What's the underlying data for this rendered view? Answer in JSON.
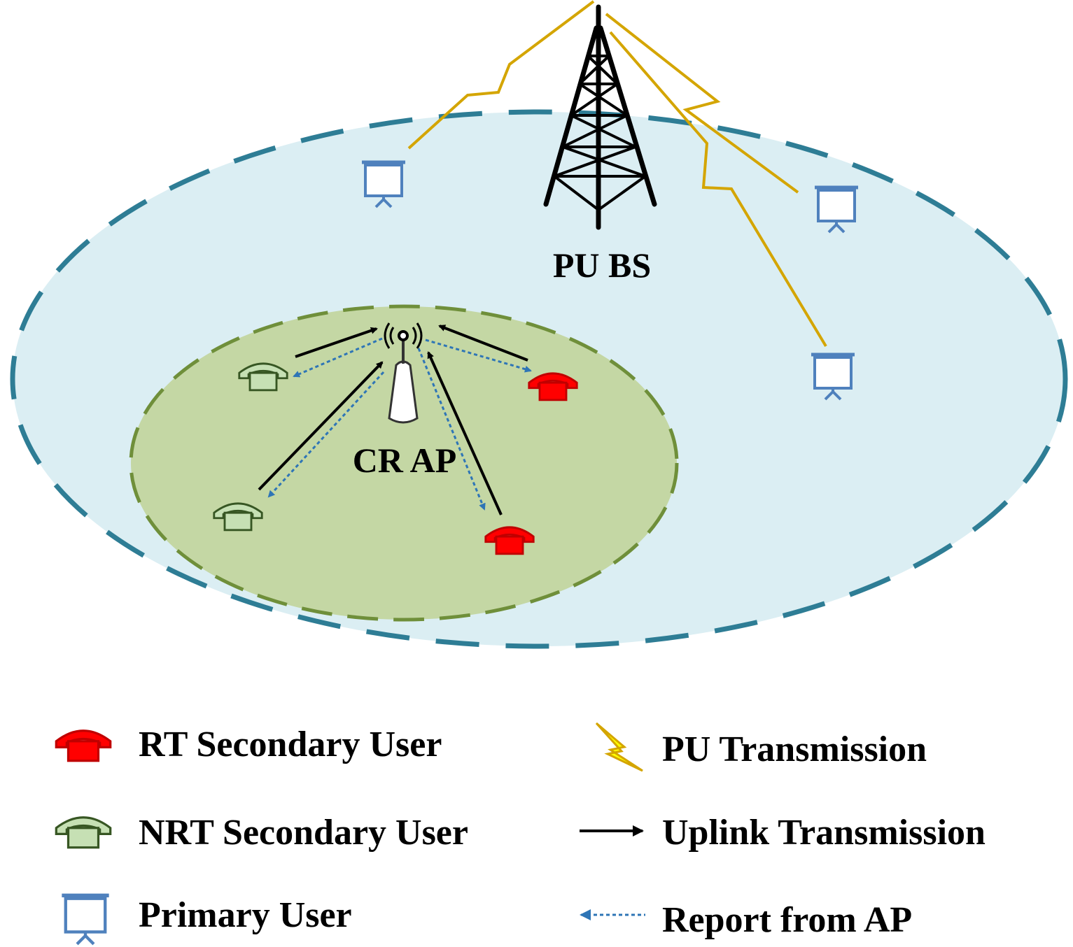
{
  "labels": {
    "pu_bs": "PU BS",
    "cr_ap": "CR AP"
  },
  "legend": {
    "rt_user": "RT Secondary User",
    "nrt_user": "NRT Secondary User",
    "primary_user": "Primary User",
    "pu_transmission": "PU Transmission",
    "uplink_transmission": "Uplink Transmission",
    "report_from_ap": "Report from AP"
  },
  "colors": {
    "outer_fill": "#dbeef3",
    "outer_border": "#2e7d95",
    "inner_fill": "#c4d7a4",
    "inner_border": "#6f8f3a",
    "rt_user": "#ff0000",
    "nrt_user": "#c6e0b4",
    "nrt_border": "#375623",
    "primary_user": "#4f81bd",
    "pu_transmission": "#d4a500",
    "pu_transmission_fill": "#ffff00",
    "uplink": "#000000",
    "report": "#2e75b6"
  },
  "icons": {
    "tower": "lattice-tower-icon",
    "access_point": "antenna-icon",
    "rt_user": "telephone-icon",
    "nrt_user": "telephone-icon",
    "primary_user": "screen-icon",
    "pu_transmission": "lightning-icon",
    "uplink": "arrow-icon",
    "report": "dotted-arrow-icon"
  }
}
